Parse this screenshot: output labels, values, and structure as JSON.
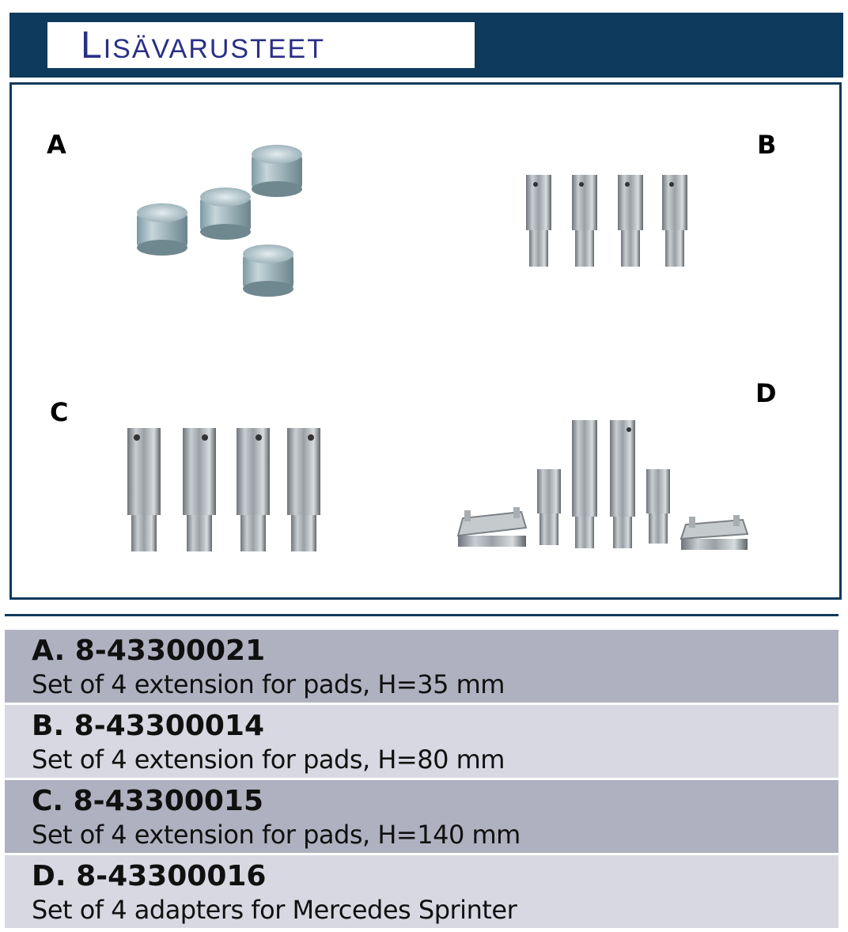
{
  "header": {
    "title": "Lisävarusteet"
  },
  "panel": {
    "labels": {
      "a": "A",
      "b": "B",
      "c": "C",
      "d": "D"
    }
  },
  "items": [
    {
      "code": "A. 8-43300021",
      "description": "Set of 4 extension for pads, H=35 mm"
    },
    {
      "code": "B. 8-43300014",
      "description": "Set of 4 extension for pads, H=80 mm"
    },
    {
      "code": "C. 8-43300015",
      "description": "Set of 4 extension for pads, H=140 mm"
    },
    {
      "code": "D. 8-43300016",
      "description": "Set of 4 adapters for Mercedes Sprinter"
    }
  ],
  "colors": {
    "header_bg": "#0e3a5d",
    "title_text": "#2a2f86",
    "row_dark": "#b0b1c0",
    "row_light": "#d8d8e2"
  }
}
